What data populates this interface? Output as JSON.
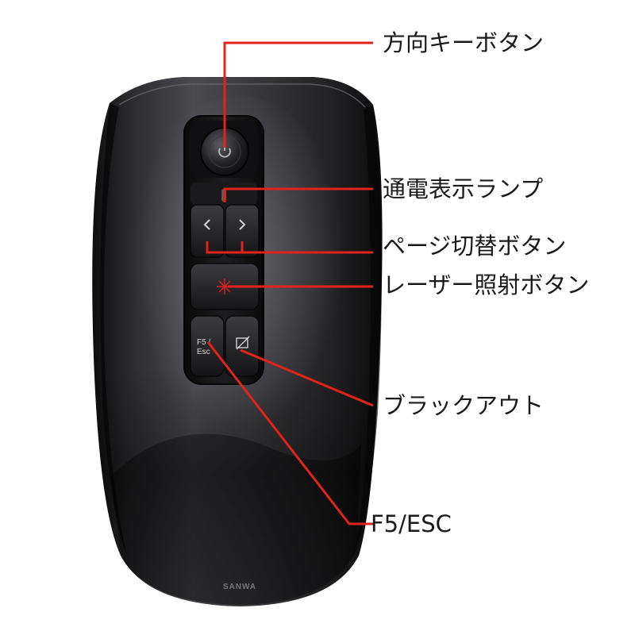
{
  "colors": {
    "leader_line": "#e1231b",
    "label_text": "#1a1a1a",
    "body_dark": "#1c1c1e",
    "body_highlight": "#56565c"
  },
  "product": {
    "brand_logo": "SANWA",
    "button_f5_esc": [
      "F5 /",
      "Esc"
    ],
    "page_prev_icon": "chevron-left-icon",
    "page_next_icon": "chevron-right-icon",
    "laser_icon": "laser-star-icon",
    "blackout_icon": "blackout-icon"
  },
  "callouts": {
    "direction_key": "方向キーボタン",
    "power_lamp": "通電表示ランプ",
    "page_switch": "ページ切替ボタン",
    "laser_button": "レーザー照射ボタン",
    "blackout": "ブラックアウト",
    "f5_esc": "F5/ESC"
  }
}
